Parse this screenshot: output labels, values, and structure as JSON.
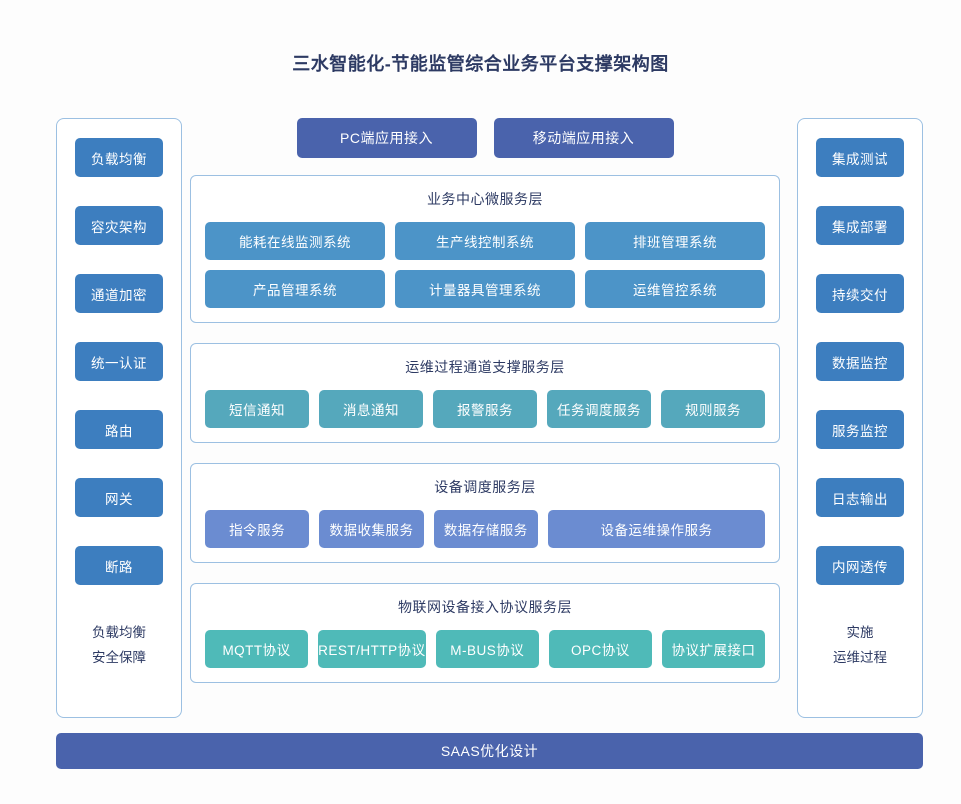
{
  "title": "三水智能化-节能监管综合业务平台支撑架构图",
  "colors": {
    "sidebar_button": "#3d7ebf",
    "access_button": "#4a63ac",
    "business_chip": "#4c94c8",
    "ops_chip": "#55a8bc",
    "device_chip": "#6b8cd1",
    "iot_chip": "#4fbab8",
    "panel_border": "#9cc0e2",
    "title_text": "#2d3a63",
    "background": "#fdfdfd"
  },
  "left_column": {
    "items": [
      {
        "label": "负载均衡"
      },
      {
        "label": "容灾架构"
      },
      {
        "label": "通道加密"
      },
      {
        "label": "统一认证"
      },
      {
        "label": "路由"
      },
      {
        "label": "网关"
      },
      {
        "label": "断路"
      }
    ],
    "footer_line1": "负载均衡",
    "footer_line2": "安全保障"
  },
  "right_column": {
    "items": [
      {
        "label": "集成测试"
      },
      {
        "label": "集成部署"
      },
      {
        "label": "持续交付"
      },
      {
        "label": "数据监控"
      },
      {
        "label": "服务监控"
      },
      {
        "label": "日志输出"
      },
      {
        "label": "内网透传"
      }
    ],
    "footer_line1": "实施",
    "footer_line2": "运维过程"
  },
  "access": {
    "buttons": [
      {
        "label": "PC端应用接入"
      },
      {
        "label": "移动端应用接入"
      }
    ]
  },
  "layers": [
    {
      "id": "business",
      "title": "业务中心微服务层",
      "rows": [
        [
          {
            "label": "能耗在线监测系统"
          },
          {
            "label": "生产线控制系统"
          },
          {
            "label": "排班管理系统"
          }
        ],
        [
          {
            "label": "产品管理系统"
          },
          {
            "label": "计量器具管理系统"
          },
          {
            "label": "运维管控系统"
          }
        ]
      ]
    },
    {
      "id": "ops",
      "title": "运维过程通道支撑服务层",
      "rows": [
        [
          {
            "label": "短信通知"
          },
          {
            "label": "消息通知"
          },
          {
            "label": "报警服务"
          },
          {
            "label": "任务调度服务"
          },
          {
            "label": "规则服务"
          }
        ]
      ]
    },
    {
      "id": "device",
      "title": "设备调度服务层",
      "rows": [
        [
          {
            "label": "指令服务"
          },
          {
            "label": "数据收集服务"
          },
          {
            "label": "数据存储服务"
          },
          {
            "label": "设备运维操作服务",
            "wide": true
          }
        ]
      ]
    },
    {
      "id": "iot",
      "title": "物联网设备接入协议服务层",
      "rows": [
        [
          {
            "label": "MQTT协议"
          },
          {
            "label": "REST/HTTP协议"
          },
          {
            "label": "M-BUS协议"
          },
          {
            "label": "OPC协议"
          },
          {
            "label": "协议扩展接口"
          }
        ]
      ]
    }
  ],
  "bottom_bar": {
    "label": "SAAS优化设计"
  }
}
